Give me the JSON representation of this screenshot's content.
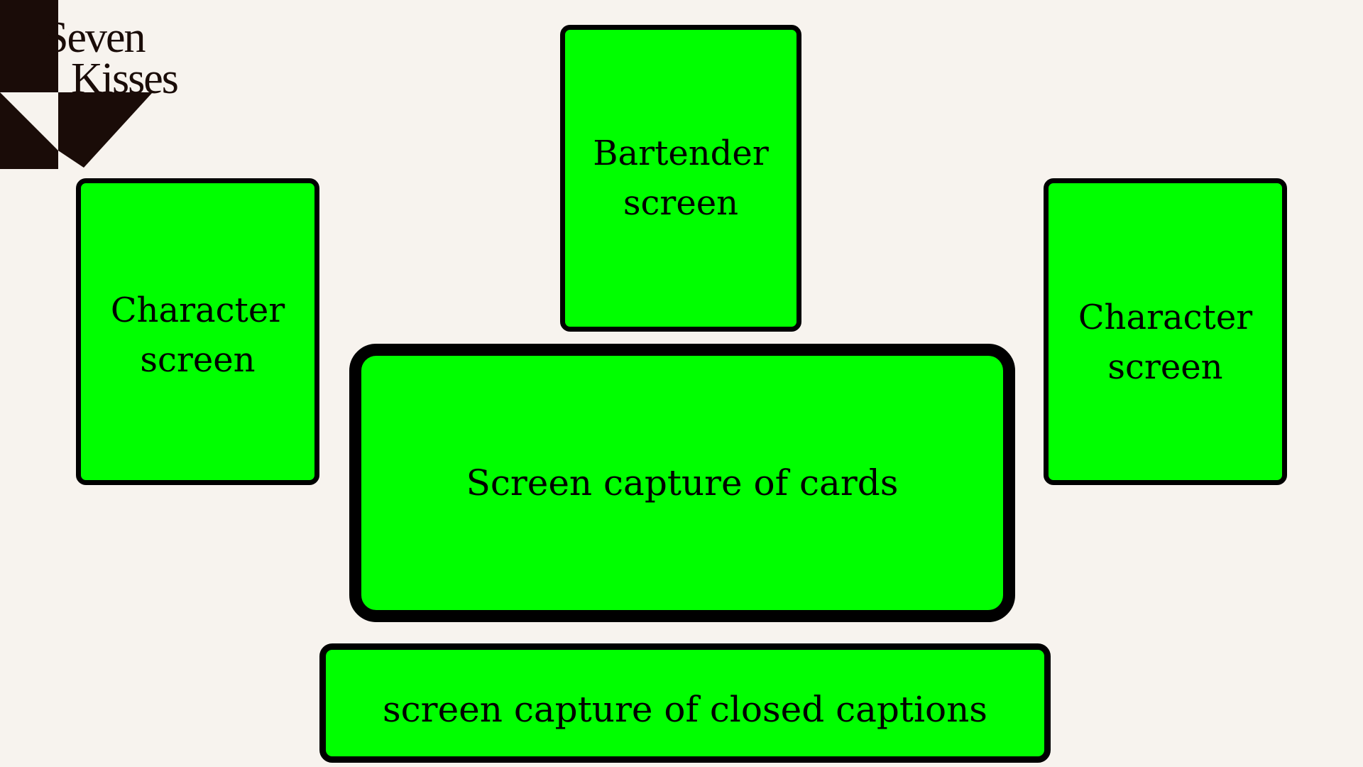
{
  "logo": {
    "line1": "Seven",
    "line2": "Kisses",
    "colors": {
      "mark": "#1a0c08"
    }
  },
  "panels": {
    "bartender": "Bartender\nscreen",
    "character_left": "Character\nscreen",
    "character_right": "Character\nscreen",
    "cards": "Screen capture of cards",
    "captions": "screen capture of closed captions"
  },
  "colors": {
    "background": "#f7f3ee",
    "panel_fill": "#00ff00",
    "panel_border": "#000000"
  }
}
